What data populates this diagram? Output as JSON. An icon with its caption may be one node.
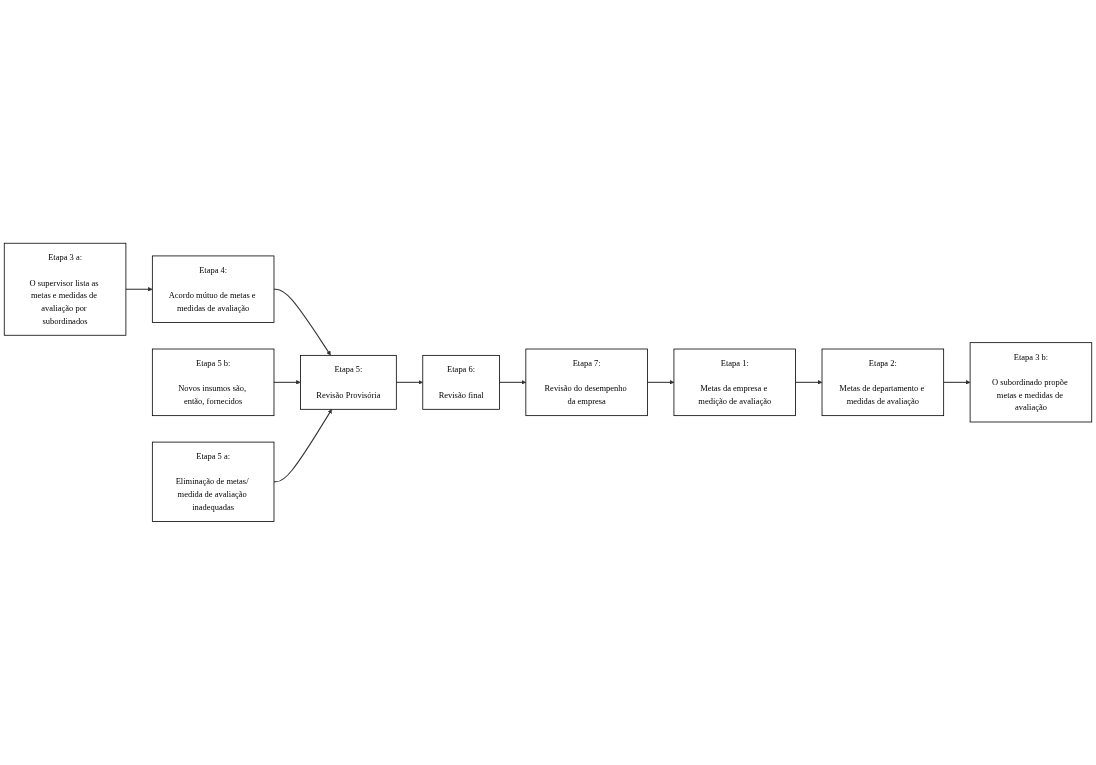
{
  "diagram": {
    "nodes": [
      {
        "text": [
          "Etapa 1:",
          "Metas da empresa e medição de avaliação"
        ]
      },
      {
        "text": [
          "Etapa 2:",
          "Metas de departamento e medidas de avaliação"
        ]
      },
      {
        "text": [
          "Etapa 3 a:",
          "O supervisor lista as metas e medidas de avaliação por subordinados"
        ]
      },
      {
        "text": [
          "Etapa 3 b:",
          "O subordinado propõe metas e medidas de avaliação"
        ]
      },
      {
        "text": [
          "Etapa 4:",
          "Acordo mútuo de metas e medidas de avaliação"
        ]
      },
      {
        "text": [
          "Etapa 5 a:",
          "Eliminação de metas/ medida de avaliação inadequadas"
        ]
      },
      {
        "text": [
          "Etapa 5 b:",
          "Novos insumos são, então, fornecidos"
        ]
      },
      {
        "text": [
          "Etapa 5:",
          "Revisão Provisória"
        ]
      },
      {
        "text": [
          "Etapa 6:",
          "Revisão final"
        ]
      },
      {
        "text": [
          "Etapa 7:",
          "Revisão do desempenho da empresa"
        ]
      }
    ],
    "edges": [
      {
        "from": 0,
        "to": 1,
        "arrow": "to"
      },
      {
        "from": 1,
        "to": 3,
        "arrow": "to"
      },
      {
        "from": 2,
        "to": 4,
        "arrow": "to"
      },
      {
        "from": 4,
        "to": 7,
        "arrow": "to"
      },
      {
        "from": 6,
        "to": 7,
        "arrow": "to"
      },
      {
        "from": 5,
        "to": 7,
        "arrow": "to"
      },
      {
        "from": 7,
        "to": 8,
        "arrow": "to"
      },
      {
        "from": 8,
        "to": 9,
        "arrow": "to"
      },
      {
        "from": 9,
        "to": 0,
        "arrow": "to"
      }
    ]
  }
}
